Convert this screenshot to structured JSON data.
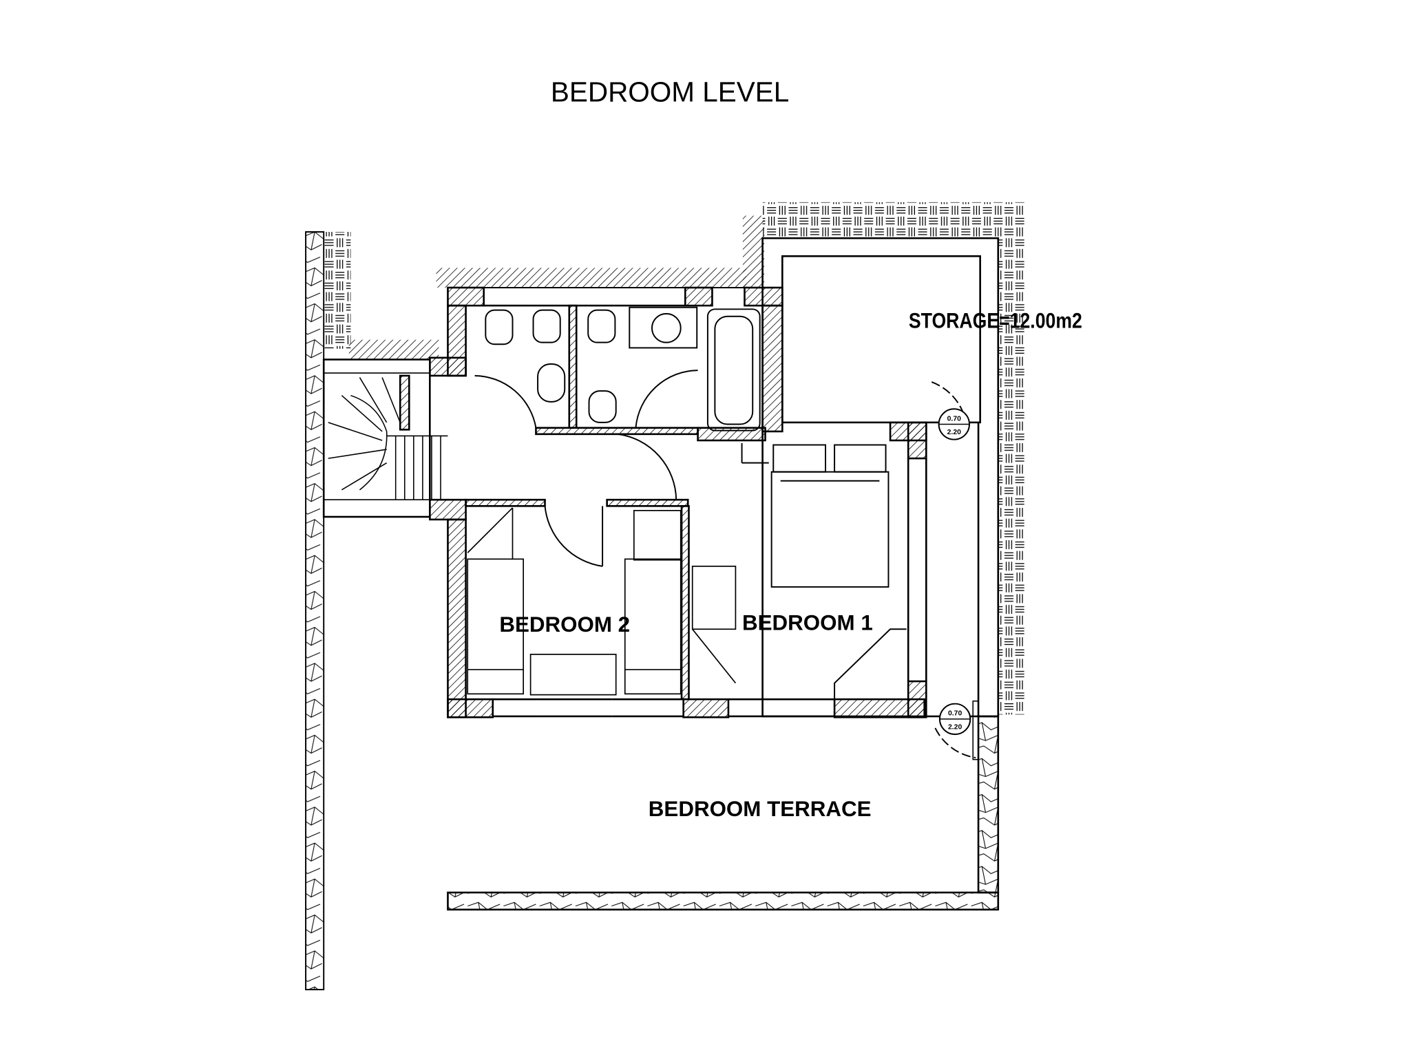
{
  "title": "BEDROOM LEVEL",
  "rooms": {
    "storage": "STORAGE=12.00m2",
    "bedroom1": "BEDROOM 1",
    "bedroom2": "BEDROOM 2",
    "terrace": "BEDROOM TERRACE"
  },
  "door_tags": [
    {
      "width": "0.70",
      "height": "2.20"
    },
    {
      "width": "0.70",
      "height": "2.20"
    }
  ],
  "colors": {
    "line": "#000000",
    "background": "#ffffff"
  }
}
